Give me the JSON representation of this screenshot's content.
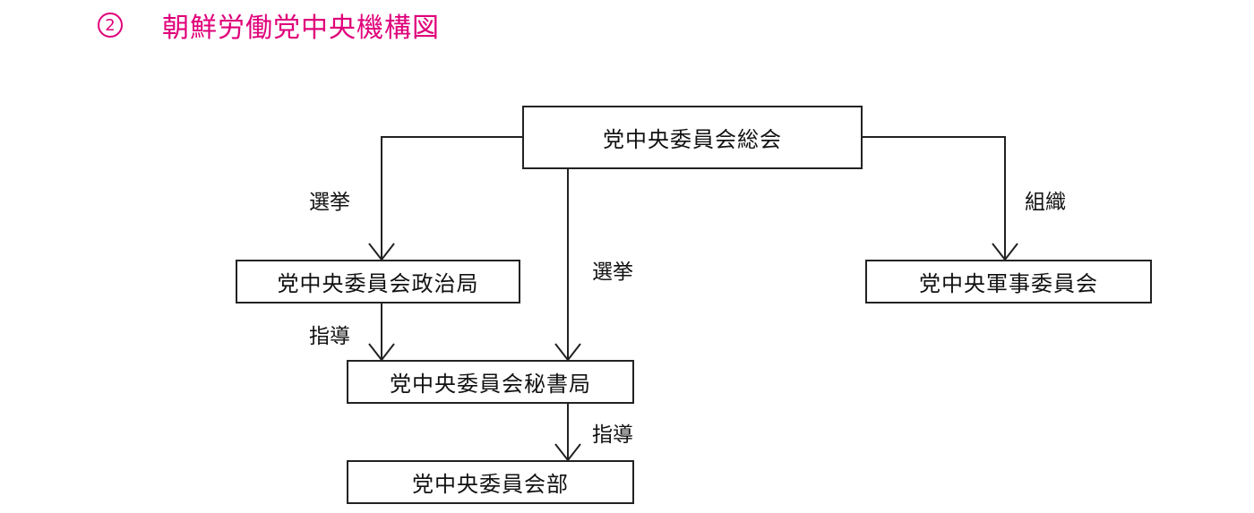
{
  "title": {
    "number": "2",
    "text": "朝鮮労働党中央機構図"
  },
  "boxes": {
    "plenary": "党中央委員会総会",
    "politburo": "党中央委員会政治局",
    "military": "党中央軍事委員会",
    "secretariat": "党中央委員会秘書局",
    "departments": "党中央委員会部"
  },
  "edge_labels": {
    "election_left": "選挙",
    "election_center": "選挙",
    "organize": "組織",
    "guide_politburo": "指導",
    "guide_secretariat": "指導"
  },
  "colors": {
    "title": "#e0007a",
    "line": "#222222"
  }
}
